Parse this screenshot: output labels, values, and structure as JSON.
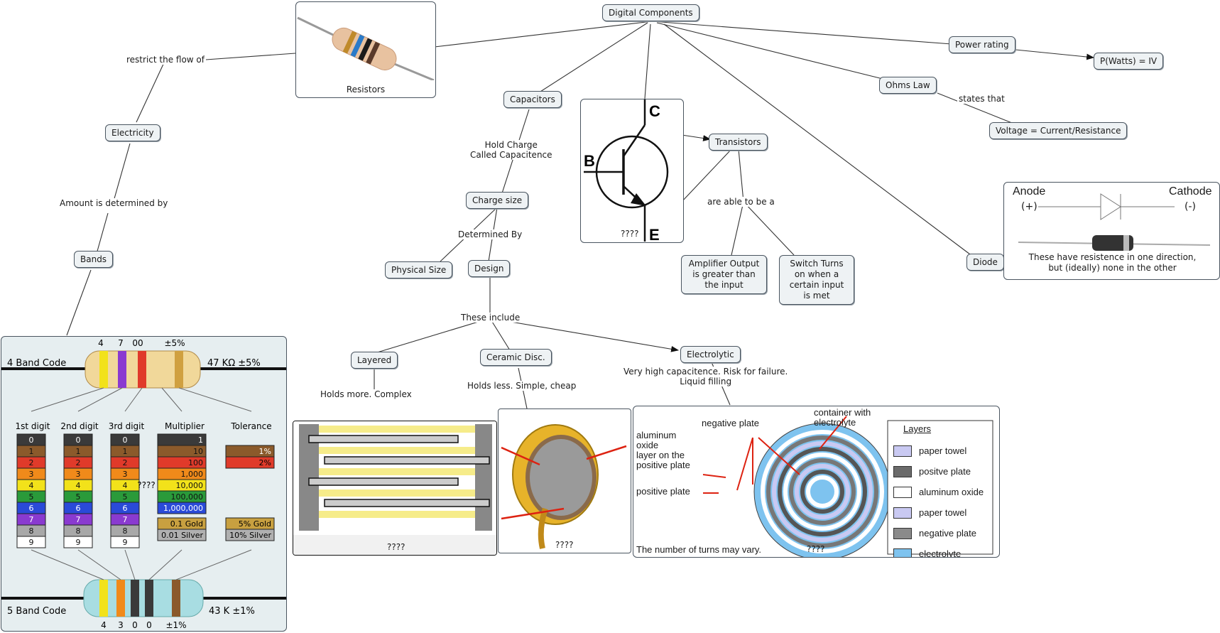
{
  "nodes": {
    "digital_components": "Digital Components",
    "power_rating": "Power rating",
    "power_formula": "P(Watts) = IV",
    "ohms_law": "Ohms Law",
    "ohms_formula": "Voltage = Current/Resistance",
    "capacitors": "Capacitors",
    "charge_size": "Charge size",
    "physical_size": "Physical Size",
    "design": "Design",
    "transistors": "Transistors",
    "amplifier": "Amplifier Output is greater than the input",
    "switch": "Switch Turns on when a certain input is met",
    "diode": "Diode",
    "electricity": "Electricity",
    "bands": "Bands",
    "layered": "Layered",
    "ceramic": "Ceramic Disc.",
    "electrolytic": "Electrolytic"
  },
  "links": {
    "restrict": "restrict the flow of",
    "amount": "Amount is determined by",
    "states_that": "states that",
    "hold_charge": "Hold Charge\nCalled Capacitence",
    "determined_by": "Determined By",
    "able_to_be": "are able to be a",
    "these_include": "These include",
    "holds_more": "Holds more. Complex",
    "holds_less": "Holds less. Simple, cheap",
    "very_high": "Very high capacitence. Risk for failure.\nLiquid filling"
  },
  "images": {
    "resistors_caption": "Resistors",
    "transistor_caption": "????",
    "transistor_c": "C",
    "transistor_b": "B",
    "transistor_e": "E",
    "diode_anode": "Anode",
    "diode_anode_sign": "(+)",
    "diode_cathode": "Cathode",
    "diode_cathode_sign": "(-)",
    "diode_caption": "These have resistence in one direction,\nbut (ideally) none in the other",
    "layered_caption": "????",
    "ceramic_caption": "????",
    "electrolytic_caption": "????",
    "electrolytic_note": "The number of turns may vary.",
    "electrolytic_container": "container with\nelectrolyte",
    "electrolytic_neg": "negative plate",
    "electrolytic_oxide": "aluminum\noxide\nlayer on the\npositive plate",
    "electrolytic_pos": "positive plate",
    "layers_title": "Layers",
    "layers": [
      "paper towel",
      "positve plate",
      "aluminum oxide",
      "paper towel",
      "negative plate",
      "electrolyte"
    ],
    "layer_colors": [
      "#c9c9f2",
      "#6b6b6b",
      "#ffffff",
      "#c9c9f2",
      "#8a8a8a",
      "#7ec3ef"
    ]
  },
  "band_chart": {
    "code4_label": "4 Band Code",
    "code4_value": "47 KΩ  ±5%",
    "code4_top": [
      "4",
      "7",
      "00",
      "±5%"
    ],
    "code5_label": "5 Band Code",
    "code5_value": "43 K    ±1%",
    "code5_bottom": [
      "4",
      "3",
      "0",
      "0",
      "±1%"
    ],
    "headers": [
      "1st digit",
      "2nd digit",
      "3rd digit",
      "Multiplier",
      "Tolerance"
    ],
    "digits": [
      "0",
      "1",
      "2",
      "3",
      "4",
      "5",
      "6",
      "7",
      "8",
      "9"
    ],
    "digit_colors": [
      "#3a3a3a",
      "#8b5a2b",
      "#e03a2a",
      "#f08a1a",
      "#f2e21a",
      "#2a9a3a",
      "#2a4ad8",
      "#8a3ad0",
      "#a8a8a8",
      "#ffffff"
    ],
    "multipliers": [
      "1",
      "10",
      "100",
      "1,000",
      "10,000",
      "100,000",
      "1,000,000"
    ],
    "mult_extra": [
      "0.1 Gold",
      "0.01 Silver"
    ],
    "tolerance": [
      "1%",
      "2%"
    ],
    "tol_extra": [
      "5% Gold",
      "10% Silver"
    ],
    "mystery": "????"
  }
}
